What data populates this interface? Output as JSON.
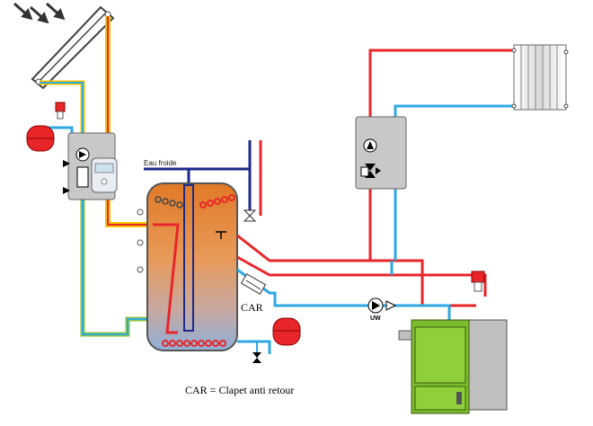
{
  "labels": {
    "cold_water": "Eau froide",
    "car": "CAR",
    "uw": "UW",
    "caption": "CAR = Clapet anti retour"
  },
  "colors": {
    "hot_pipe": "#e8262a",
    "cold_pipe": "#2ea8e0",
    "solar_pipe": "#f5c400",
    "return_pipe": "#8cc63f",
    "cold_water_pipe": "#1c2a8a",
    "tank_top": "#e07a26",
    "tank_bottom": "#8fb0d8",
    "boiler_green": "#7dbb2e",
    "boiler_grey": "#bfbfbf",
    "expansion_vessel": "#e8262a",
    "station_grey": "#c8c8c8"
  },
  "components": {
    "solar_collector": "solar-collector",
    "solar_station": "solar-pump-station",
    "controller": "solar-controller",
    "expansion_vessel_solar": "expansion-vessel",
    "storage_tank": "storage-tank",
    "heating_station": "heating-pump-station",
    "radiator": "radiator",
    "boiler": "pellet-boiler"
  }
}
